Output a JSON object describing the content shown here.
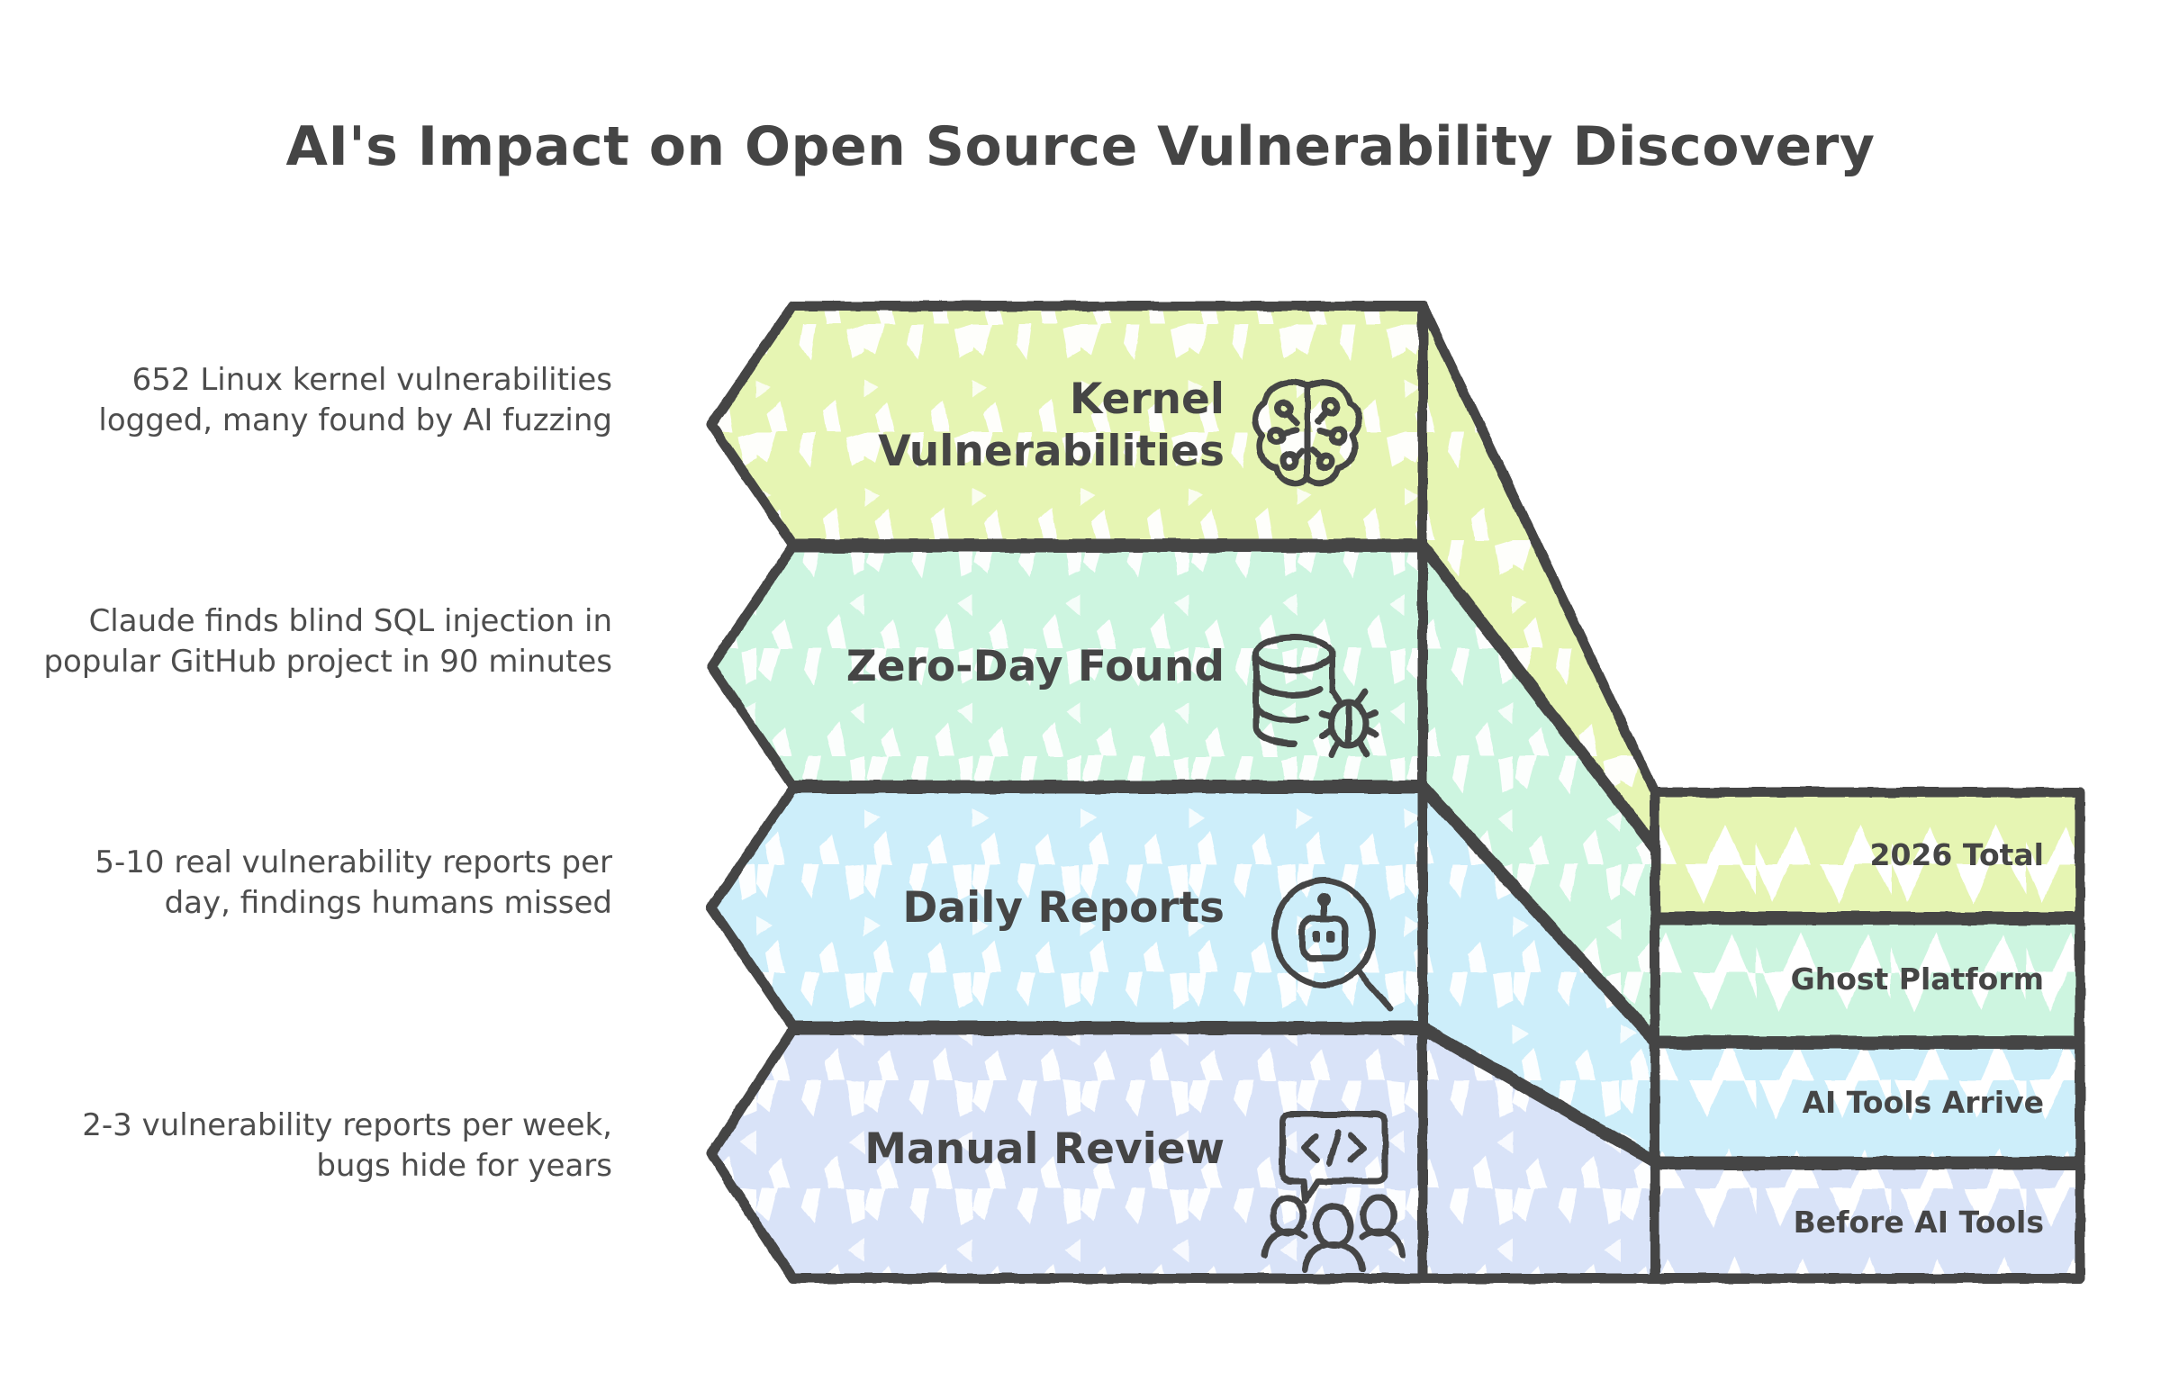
{
  "title": "AI's Impact on Open Source Vulnerability Discovery",
  "theme": {
    "stroke": "#454545",
    "background": "#ffffff",
    "text": "#454545",
    "annotation_text": "#4d4d4d"
  },
  "chart_data": {
    "type": "bar",
    "title": "AI's Impact on Open Source Vulnerability Discovery",
    "orientation": "horizontal-funnel",
    "categories": [
      "Kernel Vulnerabilities",
      "Zero-Day Found",
      "Daily Reports",
      "Manual Review"
    ],
    "stage_labels": [
      "2026 Total",
      "Ghost Platform",
      "AI Tools Arrive",
      "Before AI Tools"
    ],
    "colors": [
      "#e6f5b3",
      "#cdf5e0",
      "#cdeefa",
      "#d9e3f8"
    ],
    "notes": [
      "652 Linux kernel vulnerabilities logged, many found by AI fuzzing",
      "Claude finds blind SQL injection in popular GitHub project in 90 minutes",
      "5-10 real vulnerability reports per day, findings humans missed",
      "2-3 vulnerability reports per week, bugs hide for years"
    ],
    "legend": "none",
    "grid": false
  },
  "bands": [
    {
      "label": "Kernel\nVulnerabilities",
      "note": "652 Linux kernel vulnerabilities\nlogged, many found by AI\nfuzzing",
      "right_label": "2026 Total",
      "color": "#e6f5b3",
      "icon": "brain-icon"
    },
    {
      "label": "Zero-Day Found",
      "note": "Claude finds blind SQL injection\nin popular GitHub project in 90\nminutes",
      "right_label": "Ghost Platform",
      "color": "#cdf5e0",
      "icon": "database-bug-icon"
    },
    {
      "label": "Daily Reports",
      "note": "5-10 real vulnerability reports\nper day, findings humans\nmissed",
      "right_label": "AI Tools Arrive",
      "color": "#cdeefa",
      "icon": "robot-search-icon"
    },
    {
      "label": "Manual Review",
      "note": "2-3 vulnerability reports per\nweek, bugs hide for years",
      "right_label": "Before AI Tools",
      "color": "#d9e3f8",
      "icon": "code-people-icon"
    }
  ]
}
